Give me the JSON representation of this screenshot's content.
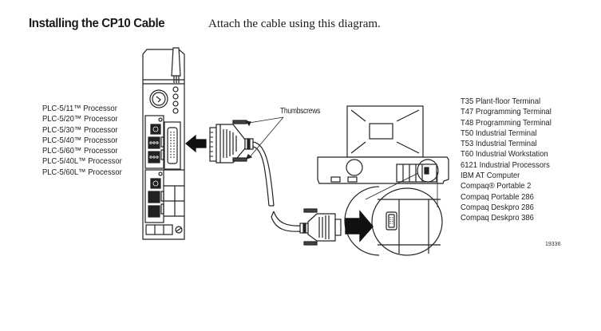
{
  "heading": "Installing the CP10 Cable",
  "instruction": "Attach the cable using this diagram.",
  "diagram": {
    "callout_label": "Thumbscrews",
    "figure_number": "19336",
    "processors": [
      "PLC-5/11™ Processor",
      "PLC-5/20™ Processor",
      "PLC-5/30™ Processor",
      "PLC-5/40™ Processor",
      "PLC-5/60™ Processor",
      "PLC-5/40L™ Processor",
      "PLC-5/60L™ Processor"
    ],
    "terminals": [
      "T35 Plant-floor Terminal",
      "T47 Programming Terminal",
      "T48 Programming Terminal",
      "T50 Industrial Terminal",
      "T53 Industrial Terminal",
      "T60 Industrial Workstation",
      "6121 Industrial Processors",
      "IBM AT Computer",
      "Compaq® Portable 2",
      "Compaq Portable 286",
      "Compaq Deskpro 286",
      "Compaq Deskpro 386"
    ]
  }
}
